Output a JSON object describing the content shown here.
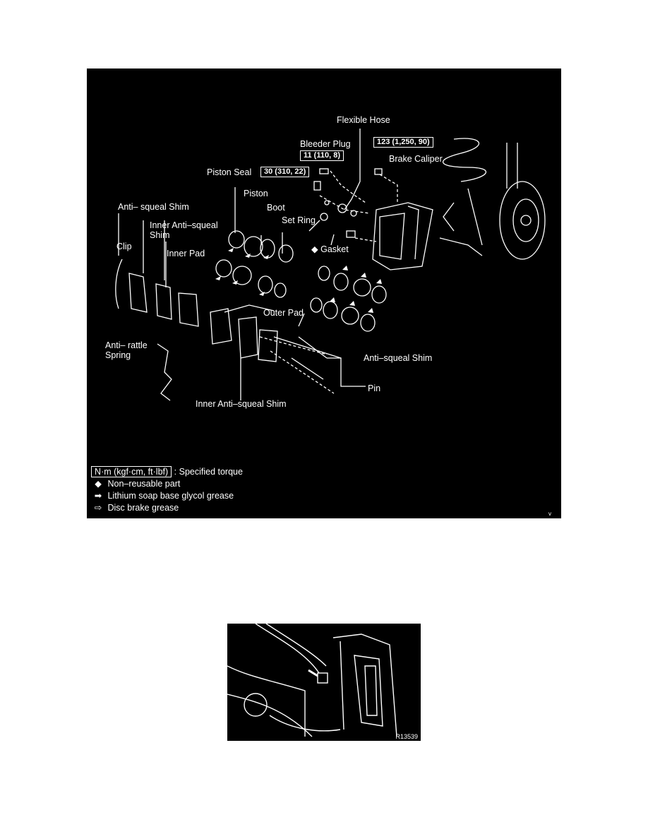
{
  "labels": {
    "flexible_hose": "Flexible Hose",
    "bleeder_plug": "Bleeder Plug",
    "brake_caliper": "Brake Caliper",
    "piston_seal": "Piston Seal",
    "piston": "Piston",
    "boot": "Boot",
    "set_ring": "Set Ring",
    "anti_squeal_shim_top": "Anti– squeal Shim",
    "inner_anti_squeal_shim_top": "Inner Anti–squeal\nShim",
    "clip": "Clip",
    "inner_pad": "Inner Pad",
    "gasket": "Gasket",
    "outer_pad": "Outer Pad",
    "anti_rattle_spring": "Anti– rattle\nSpring",
    "anti_squeal_shim_right": "Anti–squeal Shim",
    "pin": "Pin",
    "inner_anti_squeal_shim_bottom": "Inner Anti–squeal Shim"
  },
  "torque_boxes": {
    "caliper_bolt": "123 (1,250, 90)",
    "bleeder": "11 (110, 8)",
    "hose": "30 (310, 22)"
  },
  "legend": {
    "torque_unit": "N·m (kgf·cm, ft·lbf)",
    "torque_desc": ": Specified torque",
    "non_reusable": "Non–reusable part",
    "lithium_grease": "Lithium soap base glycol grease",
    "disc_grease": "Disc brake grease"
  },
  "corner_mark": "v",
  "figure_code": "R13539"
}
